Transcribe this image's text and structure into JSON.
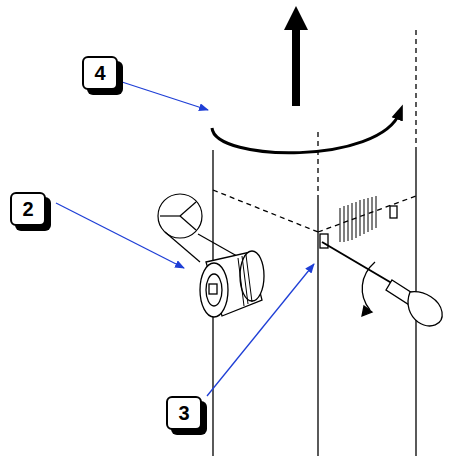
{
  "diagram": {
    "nodes": [
      {
        "text": [
          "4"
        ]
      },
      {
        "text": [
          "2"
        ]
      },
      {
        "text": [
          "3"
        ]
      }
    ]
  }
}
